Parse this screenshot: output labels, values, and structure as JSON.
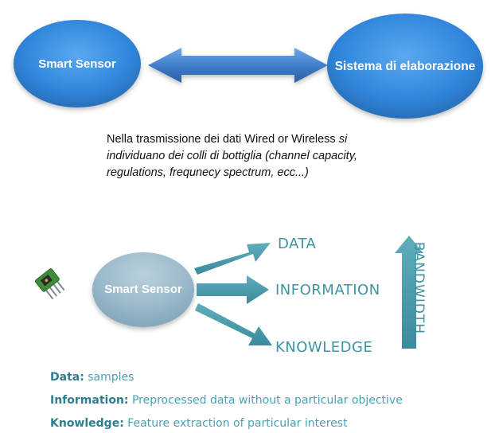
{
  "top": {
    "left_node": "Smart Sensor",
    "right_node": "Sistema di elaborazione"
  },
  "caption": {
    "normal": "Nella trasmissione dei dati Wired or Wireless ",
    "italic": "si individuano dei colli di bottiglia (channel capacity, regulations, frequnecy spectrum, ecc...)"
  },
  "bottom": {
    "center_node": "Smart Sensor",
    "outputs": [
      "DATA",
      "INFORMATION",
      "KNOWLEDGE"
    ],
    "bandwidth": "BANDWIDTH"
  },
  "legend": [
    {
      "term": "Data:",
      "desc": " samples"
    },
    {
      "term": "Information:",
      "desc": " Preprocessed data without a particular objective"
    },
    {
      "term": "Knowledge:",
      "desc": " Feature extraction of particular interest"
    }
  ],
  "colors": {
    "node_blue": "#2f86dc",
    "arrow_blue": "#3d7bc7",
    "teal": "#3f93a3"
  }
}
